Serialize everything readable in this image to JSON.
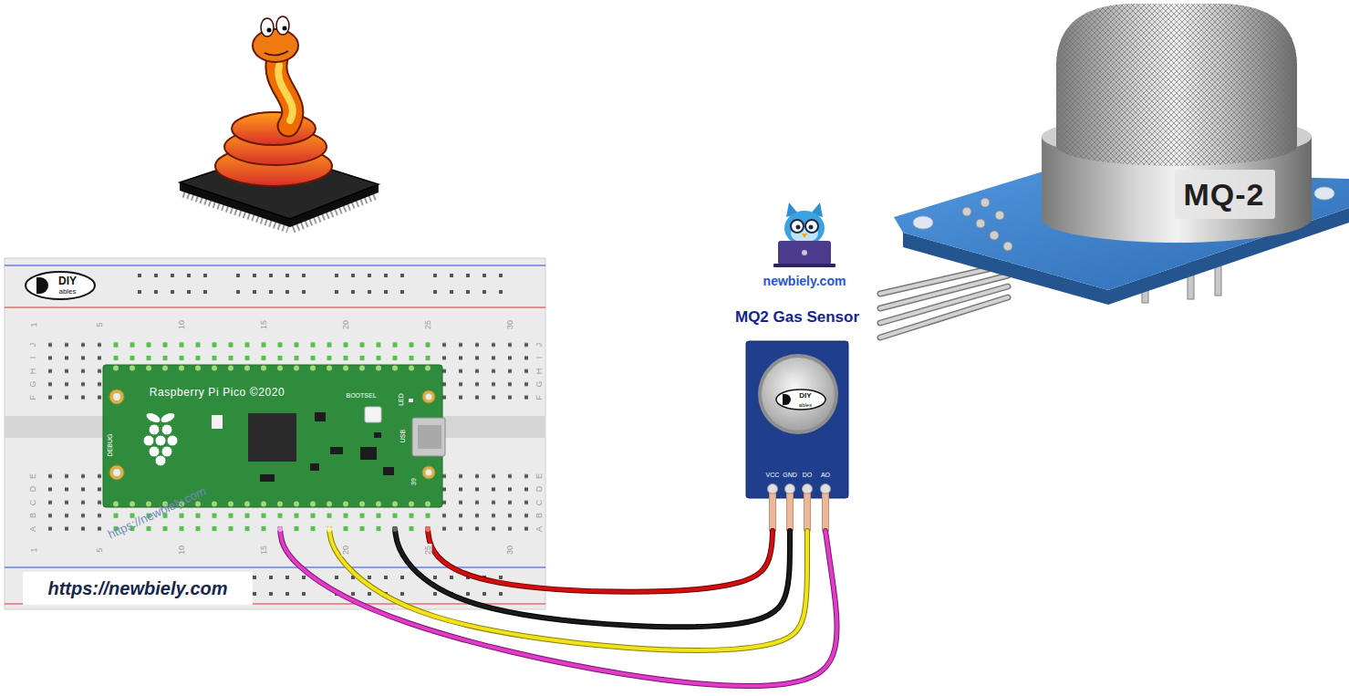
{
  "diagram": {
    "nodes": [
      {
        "text": [
          "Raspberry Pi Pico ©2020",
          "BOOTSEL",
          "LED",
          "USB",
          "DEBUG",
          "39"
        ]
      },
      {
        "text": [
          "MQ2 Gas Sensor",
          "VCC",
          "GND",
          "DO",
          "AO"
        ]
      }
    ],
    "edges": [
      {
        "from": 0,
        "to": 1,
        "arrow": "none"
      },
      {
        "from": 0,
        "to": 1,
        "arrow": "none"
      },
      {
        "from": 0,
        "to": 1,
        "arrow": "none"
      },
      {
        "from": 0,
        "to": 1,
        "arrow": "none"
      }
    ],
    "labels": [
      "DIY",
      "ables",
      "1",
      "5",
      "10",
      "15",
      "20",
      "25",
      "30",
      "J",
      "I",
      "H",
      "G",
      "F",
      "E",
      "D",
      "C",
      "B",
      "A",
      "J",
      "I",
      "H",
      "G",
      "F",
      "E",
      "D",
      "C",
      "B",
      "A",
      "1",
      "5",
      "10",
      "15",
      "20",
      "25",
      "30",
      "https://newbiely.com",
      "https://newbiely.com",
      "newbiely.com",
      "DIY",
      "ables",
      "MQ-2"
    ]
  }
}
